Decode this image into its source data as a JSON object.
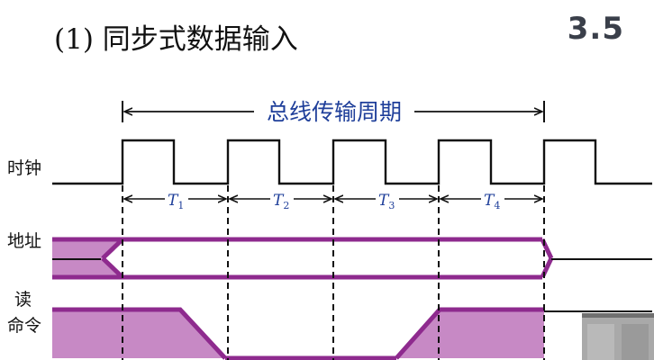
{
  "slide": {
    "title": "(1) 同步式数据输入",
    "section_number": "3.5"
  },
  "diagram": {
    "bus_cycle_label": "总线传输周期",
    "signals": {
      "clock": "时钟",
      "address": "地址",
      "read_line1": "读",
      "read_line2": "命令"
    },
    "periods": [
      {
        "letter": "T",
        "sub": "1"
      },
      {
        "letter": "T",
        "sub": "2"
      },
      {
        "letter": "T",
        "sub": "3"
      },
      {
        "letter": "T",
        "sub": "4"
      }
    ]
  },
  "colors": {
    "signal_fill": "#c789c5",
    "signal_stroke": "#8e2a8e",
    "blue_text": "#1f3f9a"
  }
}
